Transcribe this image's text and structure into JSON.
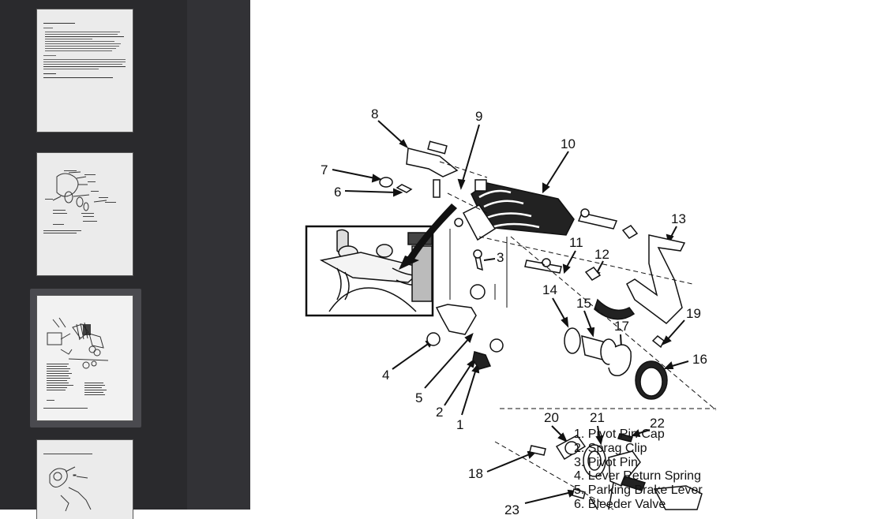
{
  "sidebar": {
    "selected_index": 2,
    "thumbnails": [
      {
        "name": "page-thumbnail-1"
      },
      {
        "name": "page-thumbnail-2"
      },
      {
        "name": "page-thumbnail-3"
      },
      {
        "name": "page-thumbnail-4"
      }
    ]
  },
  "diagram": {
    "callouts": [
      "8",
      "9",
      "10",
      "7",
      "6",
      "13",
      "11",
      "12",
      "3",
      "14",
      "15",
      "17",
      "19",
      "16",
      "4",
      "5",
      "2",
      "1",
      "20",
      "21",
      "22",
      "18",
      "23"
    ],
    "legend": [
      "1. Pivot Pin Cap",
      "2. Sprag Clip",
      "3. Pivot Pin",
      "4. Lever Return Spring",
      "5. Parking Brake Lever",
      "6. Bleeder Valve"
    ]
  }
}
